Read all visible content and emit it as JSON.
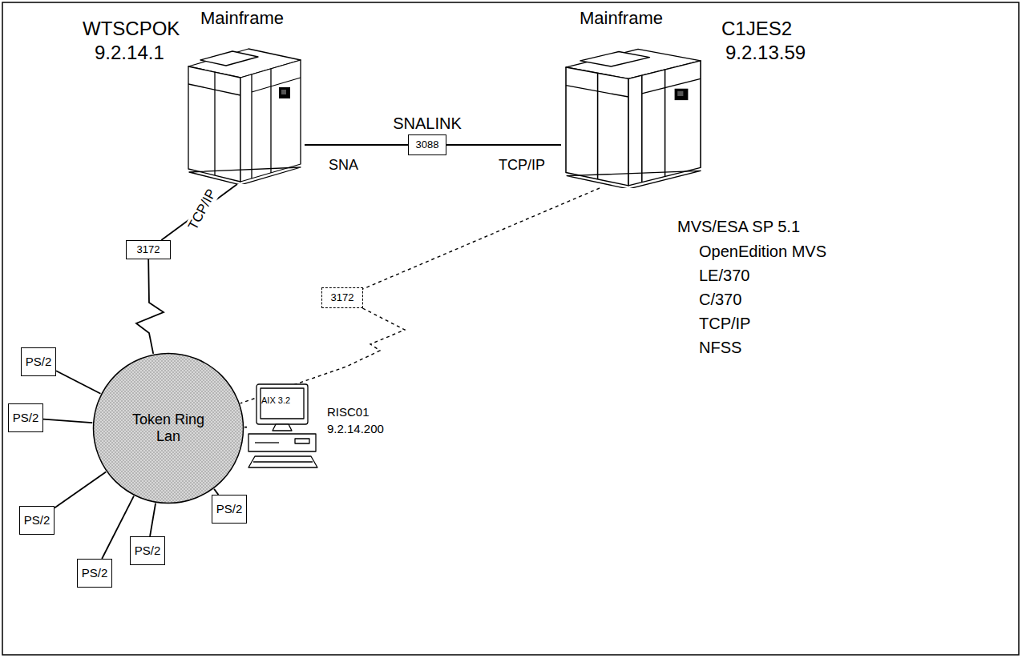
{
  "diagram": {
    "nodes": [
      {
        "text": [
          "Mainframe",
          "WTSCPOK",
          "9.2.14.1"
        ]
      },
      {
        "text": [
          "Mainframe",
          "C1JES2",
          "9.2.13.59"
        ]
      },
      {
        "text": [
          "3088"
        ]
      },
      {
        "text": [
          "3172"
        ]
      },
      {
        "text": [
          "3172"
        ]
      },
      {
        "text": [
          "Token Ring Lan"
        ]
      },
      {
        "text": [
          "PS/2"
        ]
      },
      {
        "text": [
          "PS/2"
        ]
      },
      {
        "text": [
          "PS/2"
        ]
      },
      {
        "text": [
          "PS/2"
        ]
      },
      {
        "text": [
          "PS/2"
        ]
      },
      {
        "text": [
          "PS/2"
        ]
      },
      {
        "text": [
          "AIX 3.2",
          "RISC01",
          "9.2.14.200"
        ]
      }
    ],
    "edges": [
      {
        "from": 0,
        "to": 2,
        "arrow": "none",
        "label": "SNA"
      },
      {
        "from": 2,
        "to": 1,
        "arrow": "none",
        "label": "TCP/IP"
      },
      {
        "from": 0,
        "to": 3,
        "arrow": "none",
        "label": "TCP/IP"
      },
      {
        "from": 3,
        "to": 5,
        "arrow": "none"
      },
      {
        "from": 1,
        "to": 4,
        "arrow": "none"
      },
      {
        "from": 4,
        "to": 5,
        "arrow": "none"
      },
      {
        "from": 6,
        "to": 5,
        "arrow": "none"
      },
      {
        "from": 7,
        "to": 5,
        "arrow": "none"
      },
      {
        "from": 8,
        "to": 5,
        "arrow": "none"
      },
      {
        "from": 9,
        "to": 5,
        "arrow": "none"
      },
      {
        "from": 10,
        "to": 5,
        "arrow": "none"
      },
      {
        "from": 11,
        "to": 5,
        "arrow": "none"
      },
      {
        "from": 5,
        "to": 12,
        "arrow": "none"
      }
    ],
    "labels": [
      "SNALINK",
      "MVS/ESA SP 5.1",
      "OpenEdition MVS",
      "LE/370",
      "C/370",
      "TCP/IP",
      "NFSS"
    ]
  }
}
